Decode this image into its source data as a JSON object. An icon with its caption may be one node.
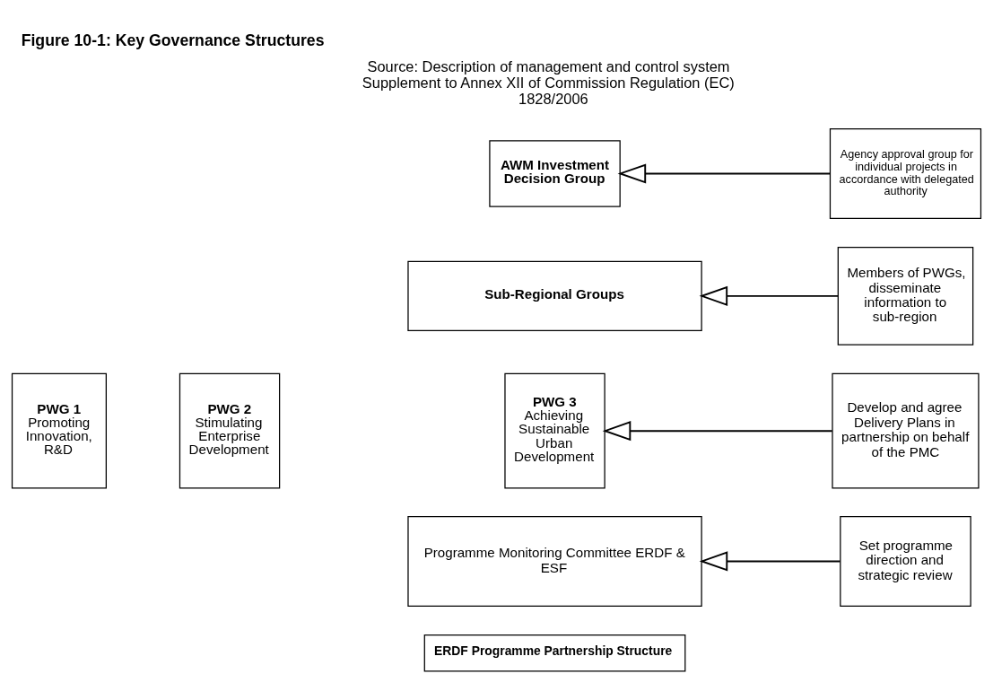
{
  "diagram": {
    "title": "Figure 10-1: Key Governance Structures",
    "caption": "Source: Description of management and control system Supplement to Annex XII of Commission Regulation (EC) 1828/2006",
    "nodes": [
      {
        "text": [
          "ERDF Programme Partnership Structure"
        ]
      },
      {
        "text": [
          "Programme Monitoring Committee ERDF & ESF"
        ]
      },
      {
        "text": [
          "Set programme direction and strategic review"
        ]
      },
      {
        "text": [
          "PWG 1",
          "Promoting Innovation, R&D"
        ]
      },
      {
        "text": [
          "PWG 2",
          "Stimulating Enterprise Development"
        ]
      },
      {
        "text": [
          "PWG 3",
          "Achieving Sustainable Urban Development"
        ]
      },
      {
        "text": [
          "Develop and agree Delivery Plans in partnership on behalf of the PMC"
        ]
      },
      {
        "text": [
          "Sub-Regional Groups"
        ]
      },
      {
        "text": [
          "Members of PWGs, disseminate information to sub-region"
        ]
      },
      {
        "text": [
          "AWM Investment Decision Group"
        ]
      },
      {
        "text": [
          "Agency approval group for individual projects in accordance with delegated authority"
        ]
      }
    ],
    "edges": [
      {
        "from": 2,
        "to": 1,
        "arrow": "to"
      },
      {
        "from": 6,
        "to": 5,
        "arrow": "to"
      },
      {
        "from": 8,
        "to": 7,
        "arrow": "to"
      },
      {
        "from": 10,
        "to": 9,
        "arrow": "to"
      }
    ]
  }
}
